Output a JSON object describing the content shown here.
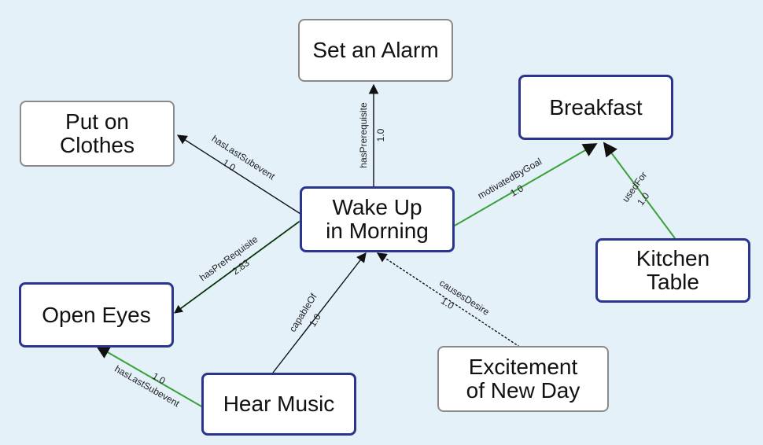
{
  "nodes": {
    "wake_up": "Wake Up\nin Morning",
    "set_alarm": "Set an Alarm",
    "breakfast": "Breakfast",
    "put_on_clothes": "Put on\nClothes",
    "open_eyes": "Open Eyes",
    "kitchen_table": "Kitchen\nTable",
    "hear_music": "Hear Music",
    "excitement": "Excitement\nof New Day"
  },
  "edges": {
    "has_prerequisite_alarm": {
      "relation": "hasPrerequisite",
      "weight": "1.0"
    },
    "has_last_subevent_clothes": {
      "relation": "hasLastSubevent",
      "weight": "1.0"
    },
    "motivated_by_goal": {
      "relation": "motivatedByGoal",
      "weight": "1.0"
    },
    "used_for": {
      "relation": "usedFor",
      "weight": "1.0"
    },
    "has_prerequisite_eyes": {
      "relation": "hasPreRequisite",
      "weight": "2.83"
    },
    "capable_of": {
      "relation": "capableOf",
      "weight": "1.0"
    },
    "causes_desire": {
      "relation": "causesDesire",
      "weight": "1.0"
    },
    "has_last_subevent_eyes": {
      "relation": "hasLastSubevent",
      "weight": "1.0"
    }
  },
  "colors": {
    "background": "#e4f1f9",
    "green_edge": "#3aa13a",
    "black_edge": "#111111",
    "blue_border": "#2b3590",
    "gray_border": "#8a8a8a"
  }
}
